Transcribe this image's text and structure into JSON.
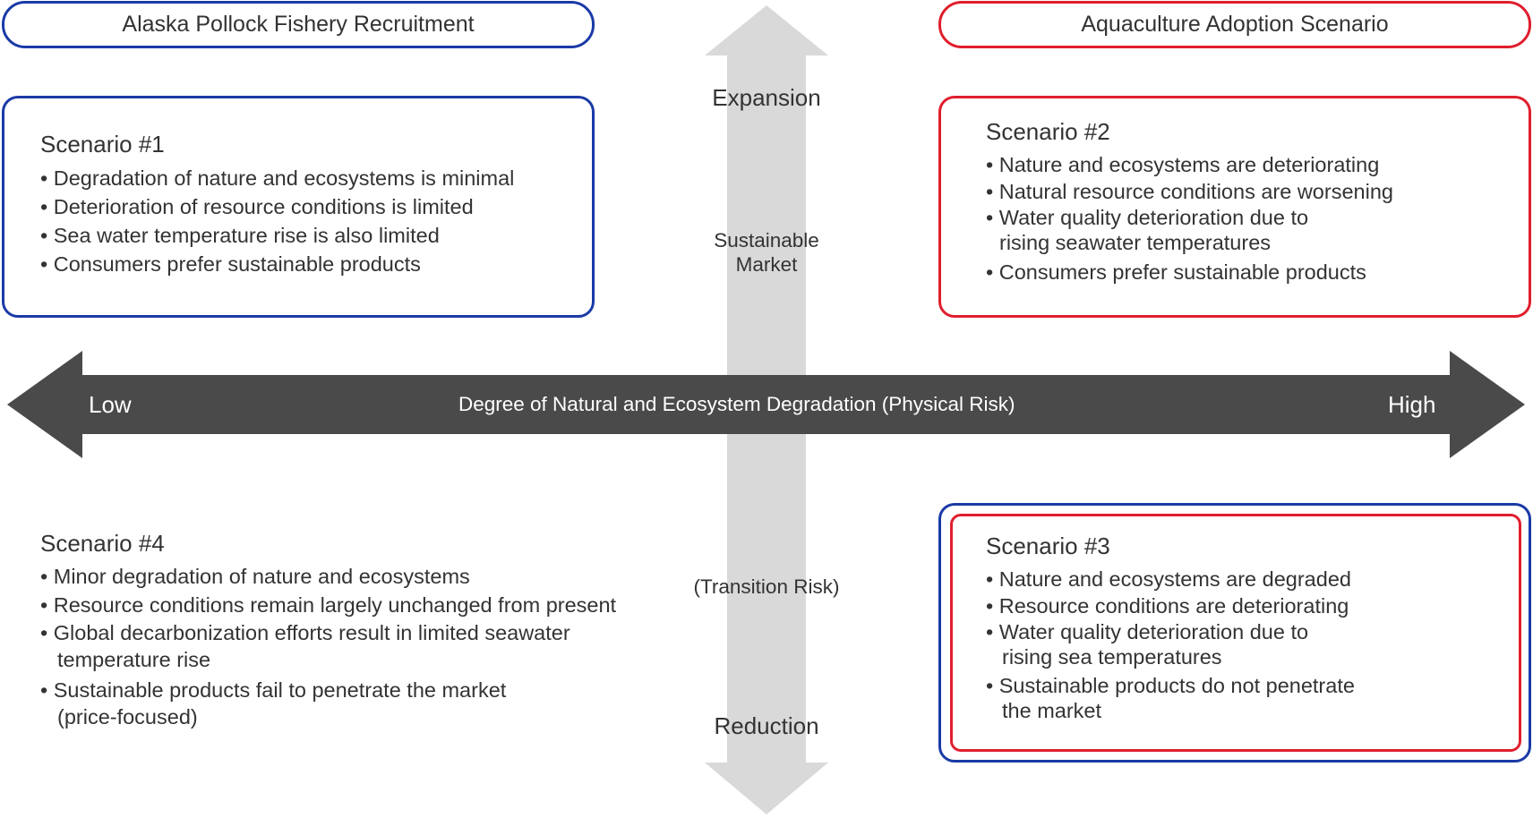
{
  "headers": {
    "left": "Alaska Pollock Fishery Recruitment",
    "right": "Aquaculture Adoption Scenario"
  },
  "colors": {
    "blue": "#1a3aa6",
    "red": "#e01e2d",
    "dark_arrow": "#4a4a4a",
    "light_arrow": "#d9d9d9"
  },
  "vertical_axis": {
    "top": "Expansion",
    "upper_label": "Sustainable Market",
    "lower_label": "(Transition Risk)",
    "bottom": "Reduction"
  },
  "horizontal_axis": {
    "left": "Low",
    "center": "Degree of Natural and Ecosystem Degradation (Physical Risk)",
    "right": "High"
  },
  "scenarios": {
    "s1": {
      "title": "Scenario #1",
      "bullets": [
        "• Degradation of nature and ecosystems is minimal",
        "• Deterioration of resource conditions is limited",
        "• Sea water temperature rise is also limited",
        "• Consumers prefer sustainable products"
      ]
    },
    "s2": {
      "title": "Scenario #2",
      "bullets": [
        "• Nature and ecosystems are deteriorating",
        "• Natural resource conditions are worsening",
        "• Water quality deterioration due to",
        "rising seawater temperatures",
        "• Consumers prefer sustainable products"
      ]
    },
    "s3": {
      "title": "Scenario #3",
      "bullets": [
        "• Nature and ecosystems are degraded",
        "• Resource conditions are deteriorating",
        "• Water quality deterioration due to",
        "rising sea temperatures",
        "• Sustainable products do not penetrate",
        "the market"
      ]
    },
    "s4": {
      "title": "Scenario #4",
      "bullets": [
        "• Minor degradation of nature and ecosystems",
        "• Resource conditions remain largely unchanged from present",
        "• Global decarbonization efforts result in limited seawater",
        "temperature rise",
        "• Sustainable products fail to penetrate the market",
        "(price-focused)"
      ]
    }
  }
}
